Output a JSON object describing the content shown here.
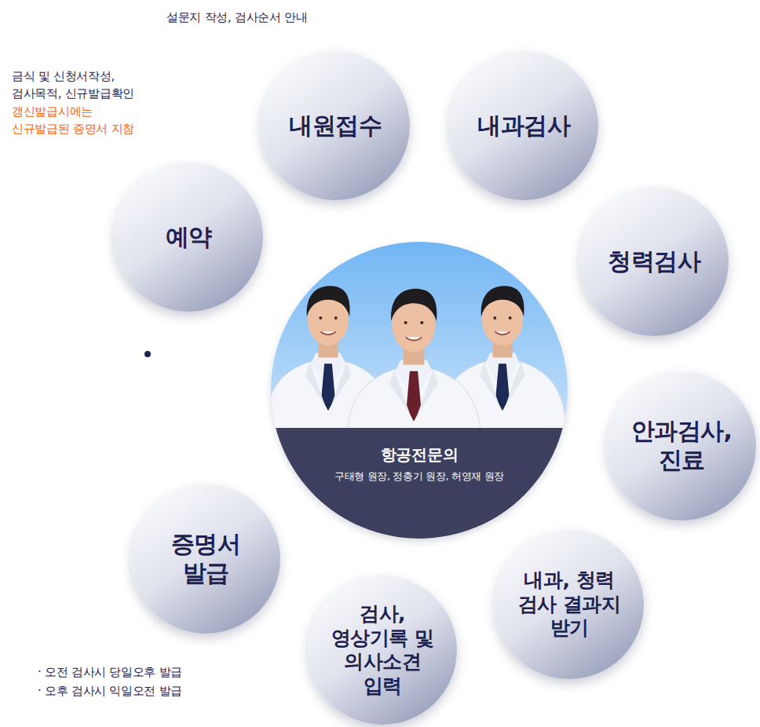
{
  "diagram": {
    "nodes": [
      {
        "text": [
          "예약"
        ]
      },
      {
        "text": [
          "내원접수"
        ]
      },
      {
        "text": [
          "내과검사"
        ]
      },
      {
        "text": [
          "청력검사"
        ]
      },
      {
        "text": [
          "안과검사, 진료"
        ]
      },
      {
        "text": [
          "내과, 청력 검사 결과지 받기"
        ]
      },
      {
        "text": [
          "검사, 영상기록 및 의사소견 입력"
        ]
      },
      {
        "text": [
          "증명서 발급"
        ]
      },
      {
        "text": [
          "항공전문의",
          "구태형 원장, 정충기 원장, 허영재 원장"
        ]
      }
    ],
    "labels": [
      "설문지 작성, 검사순서 안내",
      "금식 및 신청서작성, 검사목적, 신규발급확인",
      "갱신발급시에는 신규발급된 증명서 지참",
      "· 오전 검사시 당일오후 발급",
      "· 오후 검사시 익일오전 발급"
    ]
  }
}
